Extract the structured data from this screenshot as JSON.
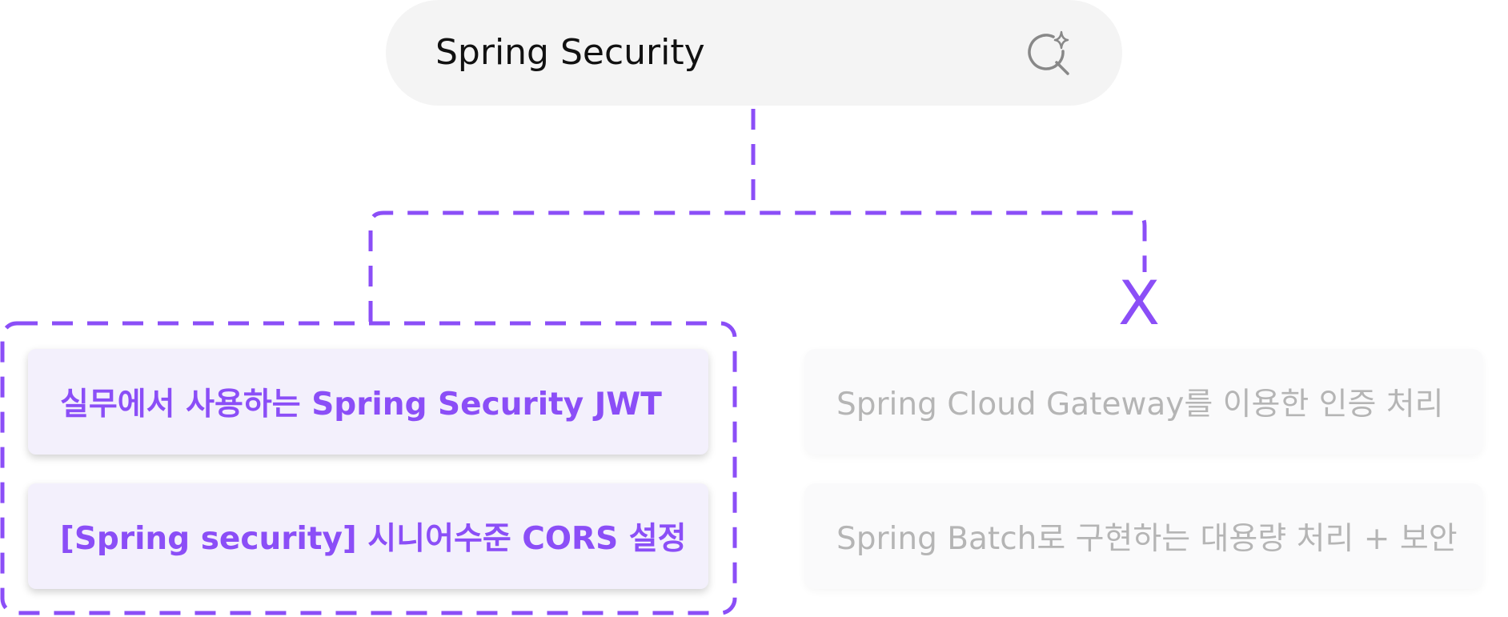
{
  "search": {
    "query": "Spring Security"
  },
  "no_match_mark": "X",
  "colors": {
    "accent": "#8b4ef7",
    "search_bg": "#f4f4f4",
    "muted_text": "#b5b5b5"
  },
  "matched_results": [
    {
      "title": "실무에서 사용하는 Spring Security JWT"
    },
    {
      "title": "[Spring security] 시니어수준 CORS 설정"
    }
  ],
  "unmatched_results": [
    {
      "title": "Spring Cloud Gateway를 이용한 인증 처리"
    },
    {
      "title": "Spring Batch로 구현하는 대용량 처리 + 보안"
    }
  ]
}
